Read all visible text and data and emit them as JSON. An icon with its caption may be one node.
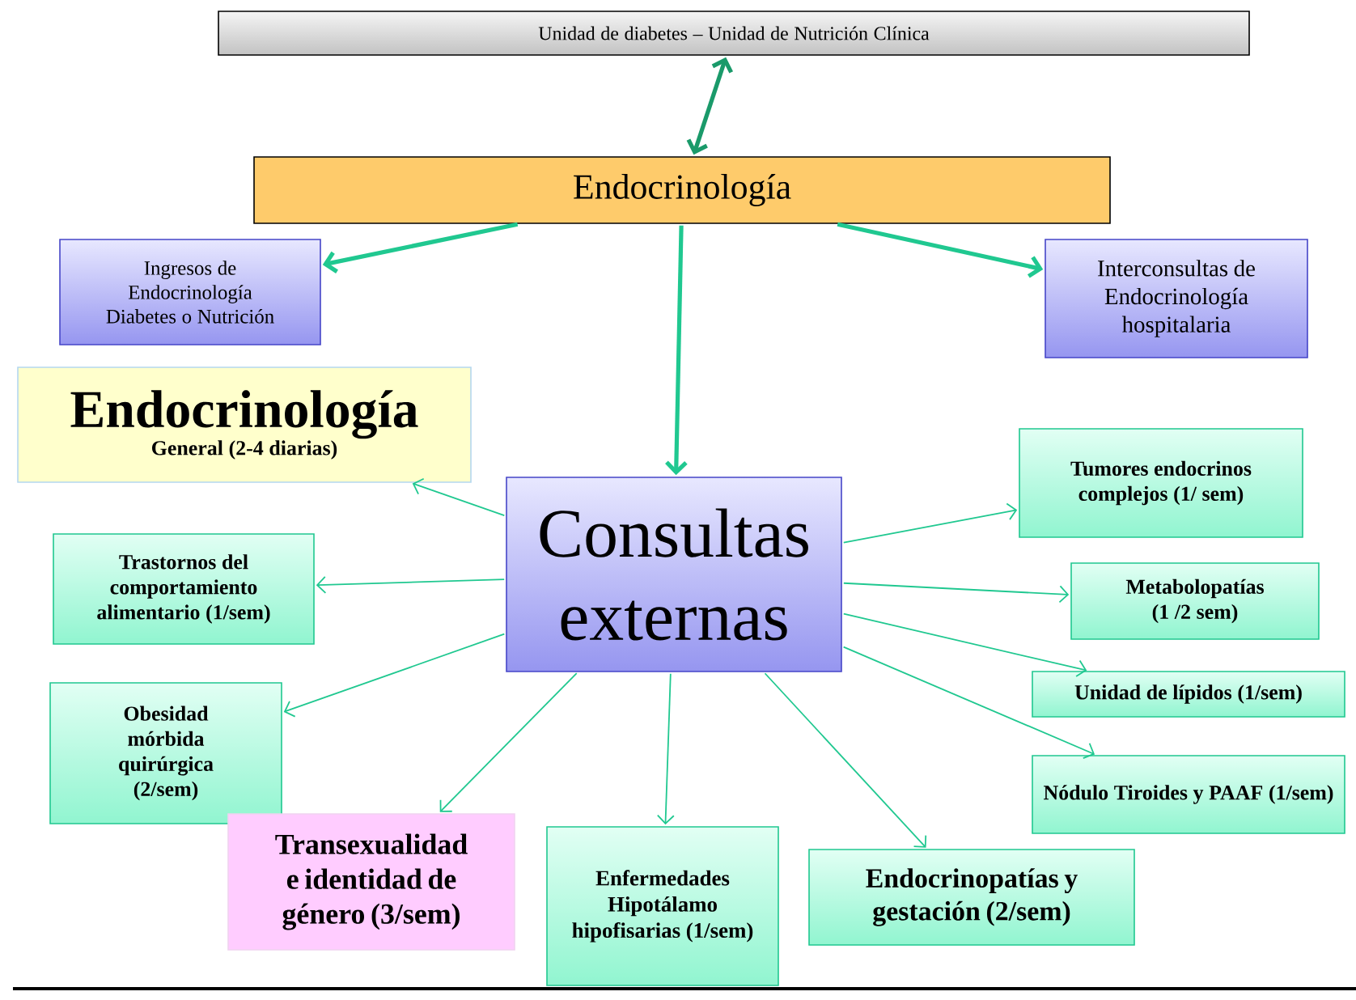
{
  "diagram": {
    "nodes": [
      {
        "text": [
          "Unidad de diabetes – Unidad de Nutrición Clínica"
        ]
      },
      {
        "text": [
          "Endocrinología"
        ]
      },
      {
        "text": [
          "Ingresos de Endocrinología Diabetes o Nutrición"
        ]
      },
      {
        "text": [
          "Interconsultas de Endocrinología hospitalaria"
        ]
      },
      {
        "text": [
          "Endocrinología",
          "General (2-4 diarias)"
        ]
      },
      {
        "text": [
          "Consultas externas"
        ]
      },
      {
        "text": [
          "Tumores endocrinos complejos (1/ sem)"
        ]
      },
      {
        "text": [
          "Trastornos del comportamiento alimentario (1/sem)"
        ]
      },
      {
        "text": [
          "Metabolopatías (1 /2 sem)"
        ]
      },
      {
        "text": [
          "Unidad de lípidos (1/sem)"
        ]
      },
      {
        "text": [
          "Obesidad mórbida quirúrgica (2/sem)"
        ]
      },
      {
        "text": [
          "Nódulo Tiroides y PAAF (1/sem)"
        ]
      },
      {
        "text": [
          "Transexualidad e identidad de género (3/sem)"
        ]
      },
      {
        "text": [
          "Enfermedades Hipotálamo hipofisarias (1/sem)"
        ]
      },
      {
        "text": [
          "Endocrinopatías y gestación (2/sem)"
        ]
      }
    ],
    "edges": [
      {
        "from": 0,
        "to": 1,
        "arrow": "both",
        "style": "thick",
        "color": "#1a9a6a"
      },
      {
        "from": 1,
        "to": 2,
        "arrow": "to",
        "style": "thick"
      },
      {
        "from": 1,
        "to": 3,
        "arrow": "to",
        "style": "thick"
      },
      {
        "from": 1,
        "to": 5,
        "arrow": "to",
        "style": "thick"
      },
      {
        "from": 5,
        "to": 4,
        "arrow": "to"
      },
      {
        "from": 5,
        "to": 7,
        "arrow": "to"
      },
      {
        "from": 5,
        "to": 10,
        "arrow": "to"
      },
      {
        "from": 5,
        "to": 12,
        "arrow": "to"
      },
      {
        "from": 5,
        "to": 13,
        "arrow": "to"
      },
      {
        "from": 5,
        "to": 14,
        "arrow": "to"
      },
      {
        "from": 5,
        "to": 6,
        "arrow": "to"
      },
      {
        "from": 5,
        "to": 8,
        "arrow": "to"
      },
      {
        "from": 5,
        "to": 9,
        "arrow": "to"
      },
      {
        "from": 5,
        "to": 11,
        "arrow": "to"
      }
    ]
  }
}
